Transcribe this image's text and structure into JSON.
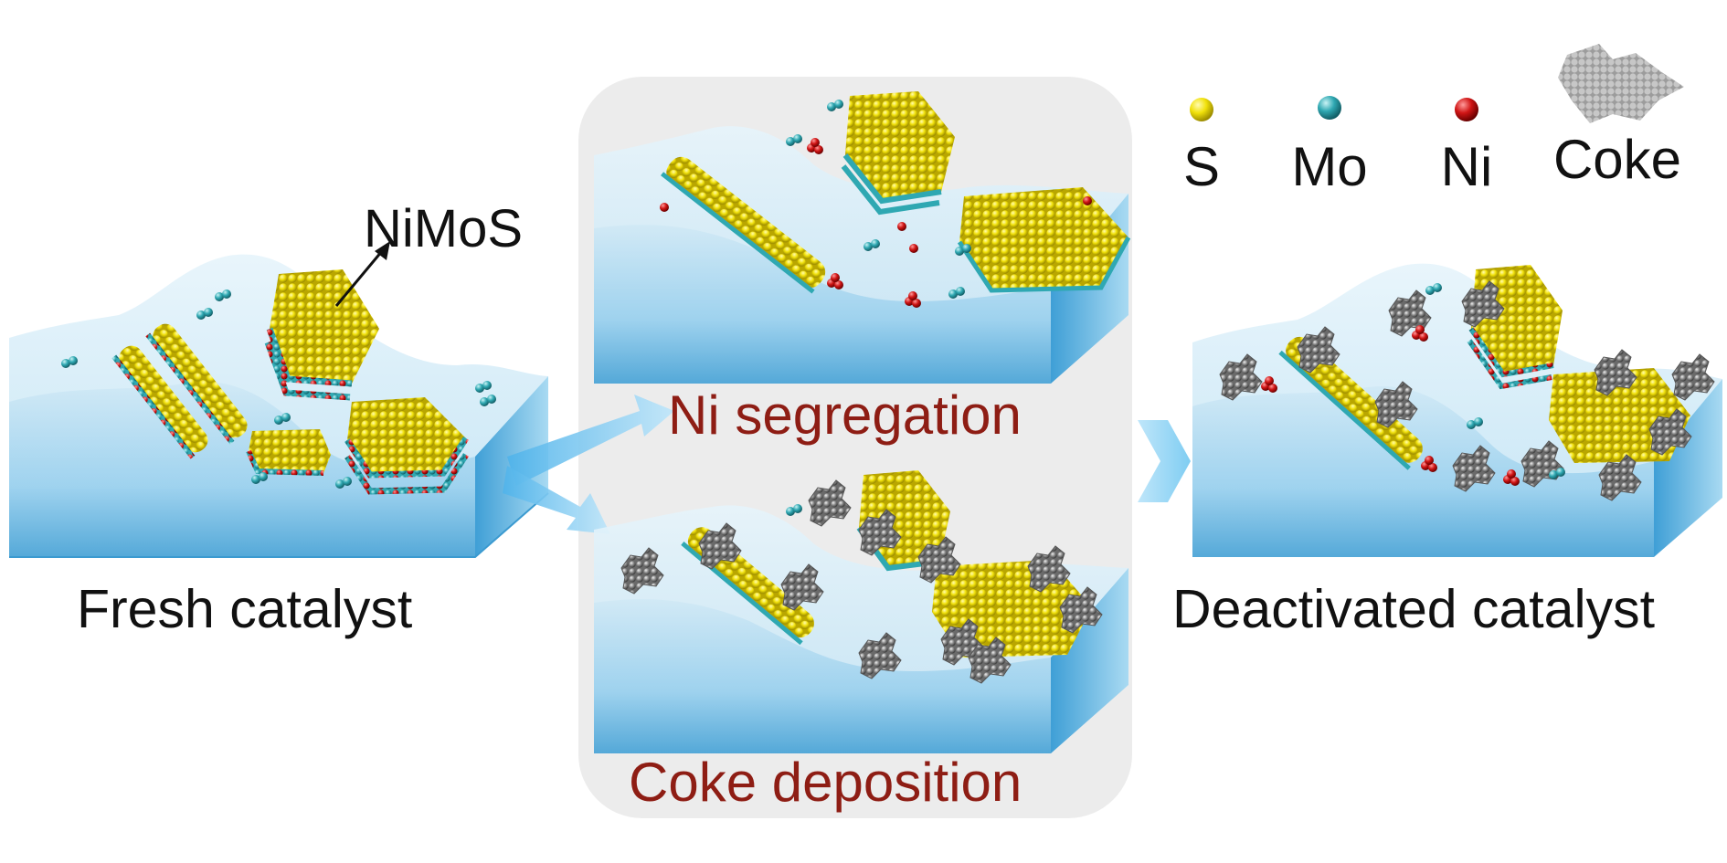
{
  "labels": {
    "nimos": "NiMoS",
    "fresh": "Fresh catalyst",
    "ni_segregation": "Ni segregation",
    "coke_deposition": "Coke deposition",
    "deactivated": "Deactivated catalyst"
  },
  "legend": [
    {
      "symbol": "sulfur-atom",
      "label": "S",
      "color": "#f1e10a"
    },
    {
      "symbol": "molybdenum-atom",
      "label": "Mo",
      "color": "#2fa8b2"
    },
    {
      "symbol": "nickel-atom",
      "label": "Ni",
      "color": "#d01515"
    },
    {
      "symbol": "coke-cluster",
      "label": "Coke",
      "color": "#8c8c8c"
    }
  ],
  "colors": {
    "support_top": "#cfe9f6",
    "support_side": "#4aa7d8",
    "arrow": "#6cc3ef",
    "panel": "#ececec",
    "label_red": "#8e1d14"
  }
}
